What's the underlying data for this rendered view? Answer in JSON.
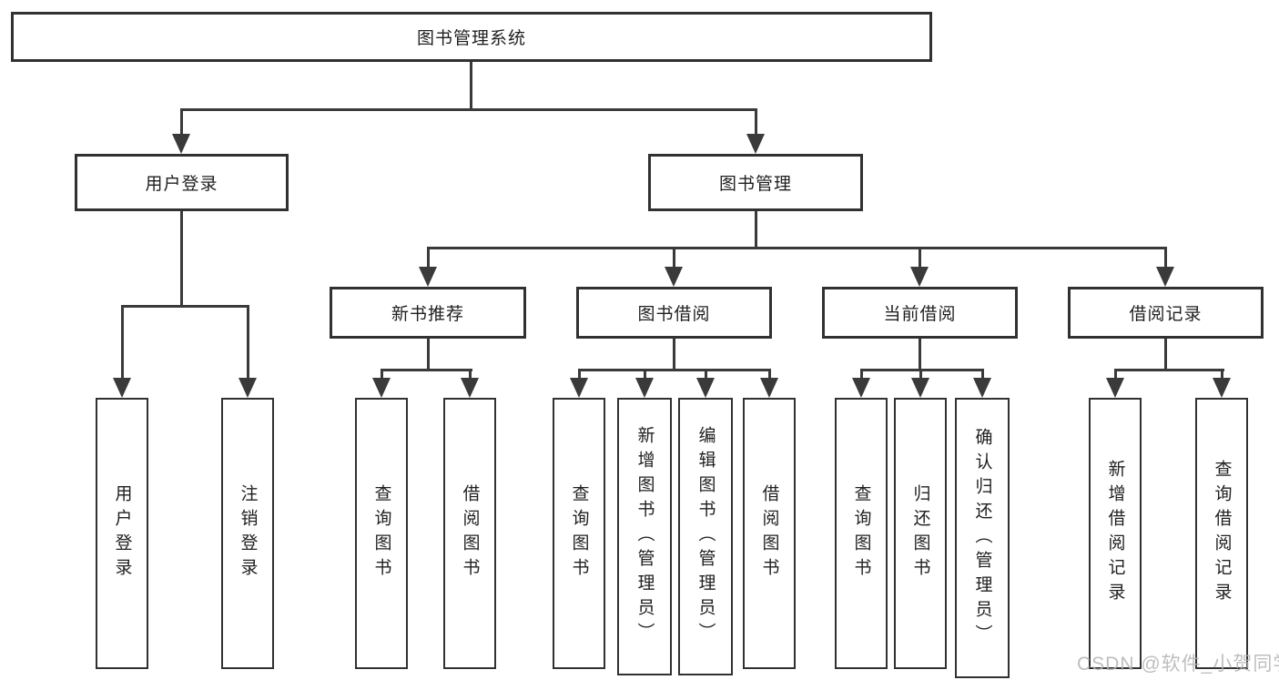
{
  "diagram_title": "图书管理系统",
  "nodes": {
    "root": {
      "label": "图书管理系统"
    },
    "user_login": {
      "label": "用户登录"
    },
    "book_mgmt": {
      "label": "图书管理"
    },
    "new_book_rec": {
      "label": "新书推荐"
    },
    "book_borrow": {
      "label": "图书借阅"
    },
    "current_borrow": {
      "label": "当前借阅"
    },
    "borrow_records": {
      "label": "借阅记录"
    },
    "leaf_user_login": {
      "label": "用户登录"
    },
    "leaf_logout": {
      "label": "注销登录"
    },
    "leaf_query_books_a": {
      "label": "查询图书"
    },
    "leaf_borrow_books_a": {
      "label": "借阅图书"
    },
    "leaf_query_books_b": {
      "label": "查询图书"
    },
    "leaf_add_books": {
      "label": "新增图书（管理员）"
    },
    "leaf_edit_books": {
      "label": "编辑图书（管理员）"
    },
    "leaf_borrow_books_b": {
      "label": "借阅图书"
    },
    "leaf_query_books_c": {
      "label": "查询图书"
    },
    "leaf_return_books": {
      "label": "归还图书"
    },
    "leaf_confirm_return": {
      "label": "确认归还（管理员）"
    },
    "leaf_add_record": {
      "label": "新增借阅记录"
    },
    "leaf_query_record": {
      "label": "查询借阅记录"
    }
  },
  "hierarchy": {
    "图书管理系统": {
      "用户登录": [
        "用户登录",
        "注销登录"
      ],
      "图书管理": {
        "新书推荐": [
          "查询图书",
          "借阅图书"
        ],
        "图书借阅": [
          "查询图书",
          "新增图书（管理员）",
          "编辑图书（管理员）",
          "借阅图书"
        ],
        "当前借阅": [
          "查询图书",
          "归还图书",
          "确认归还（管理员）"
        ],
        "借阅记录": [
          "新增借阅记录",
          "查询借阅记录"
        ]
      }
    }
  },
  "watermark": {
    "text": "CSDN @软件_小贺同学"
  },
  "colors": {
    "line": "#3a3a3a",
    "box_border": "#313131",
    "text": "#1f1f1f",
    "watermark": "#b3b3b3",
    "background": "#ffffff"
  }
}
